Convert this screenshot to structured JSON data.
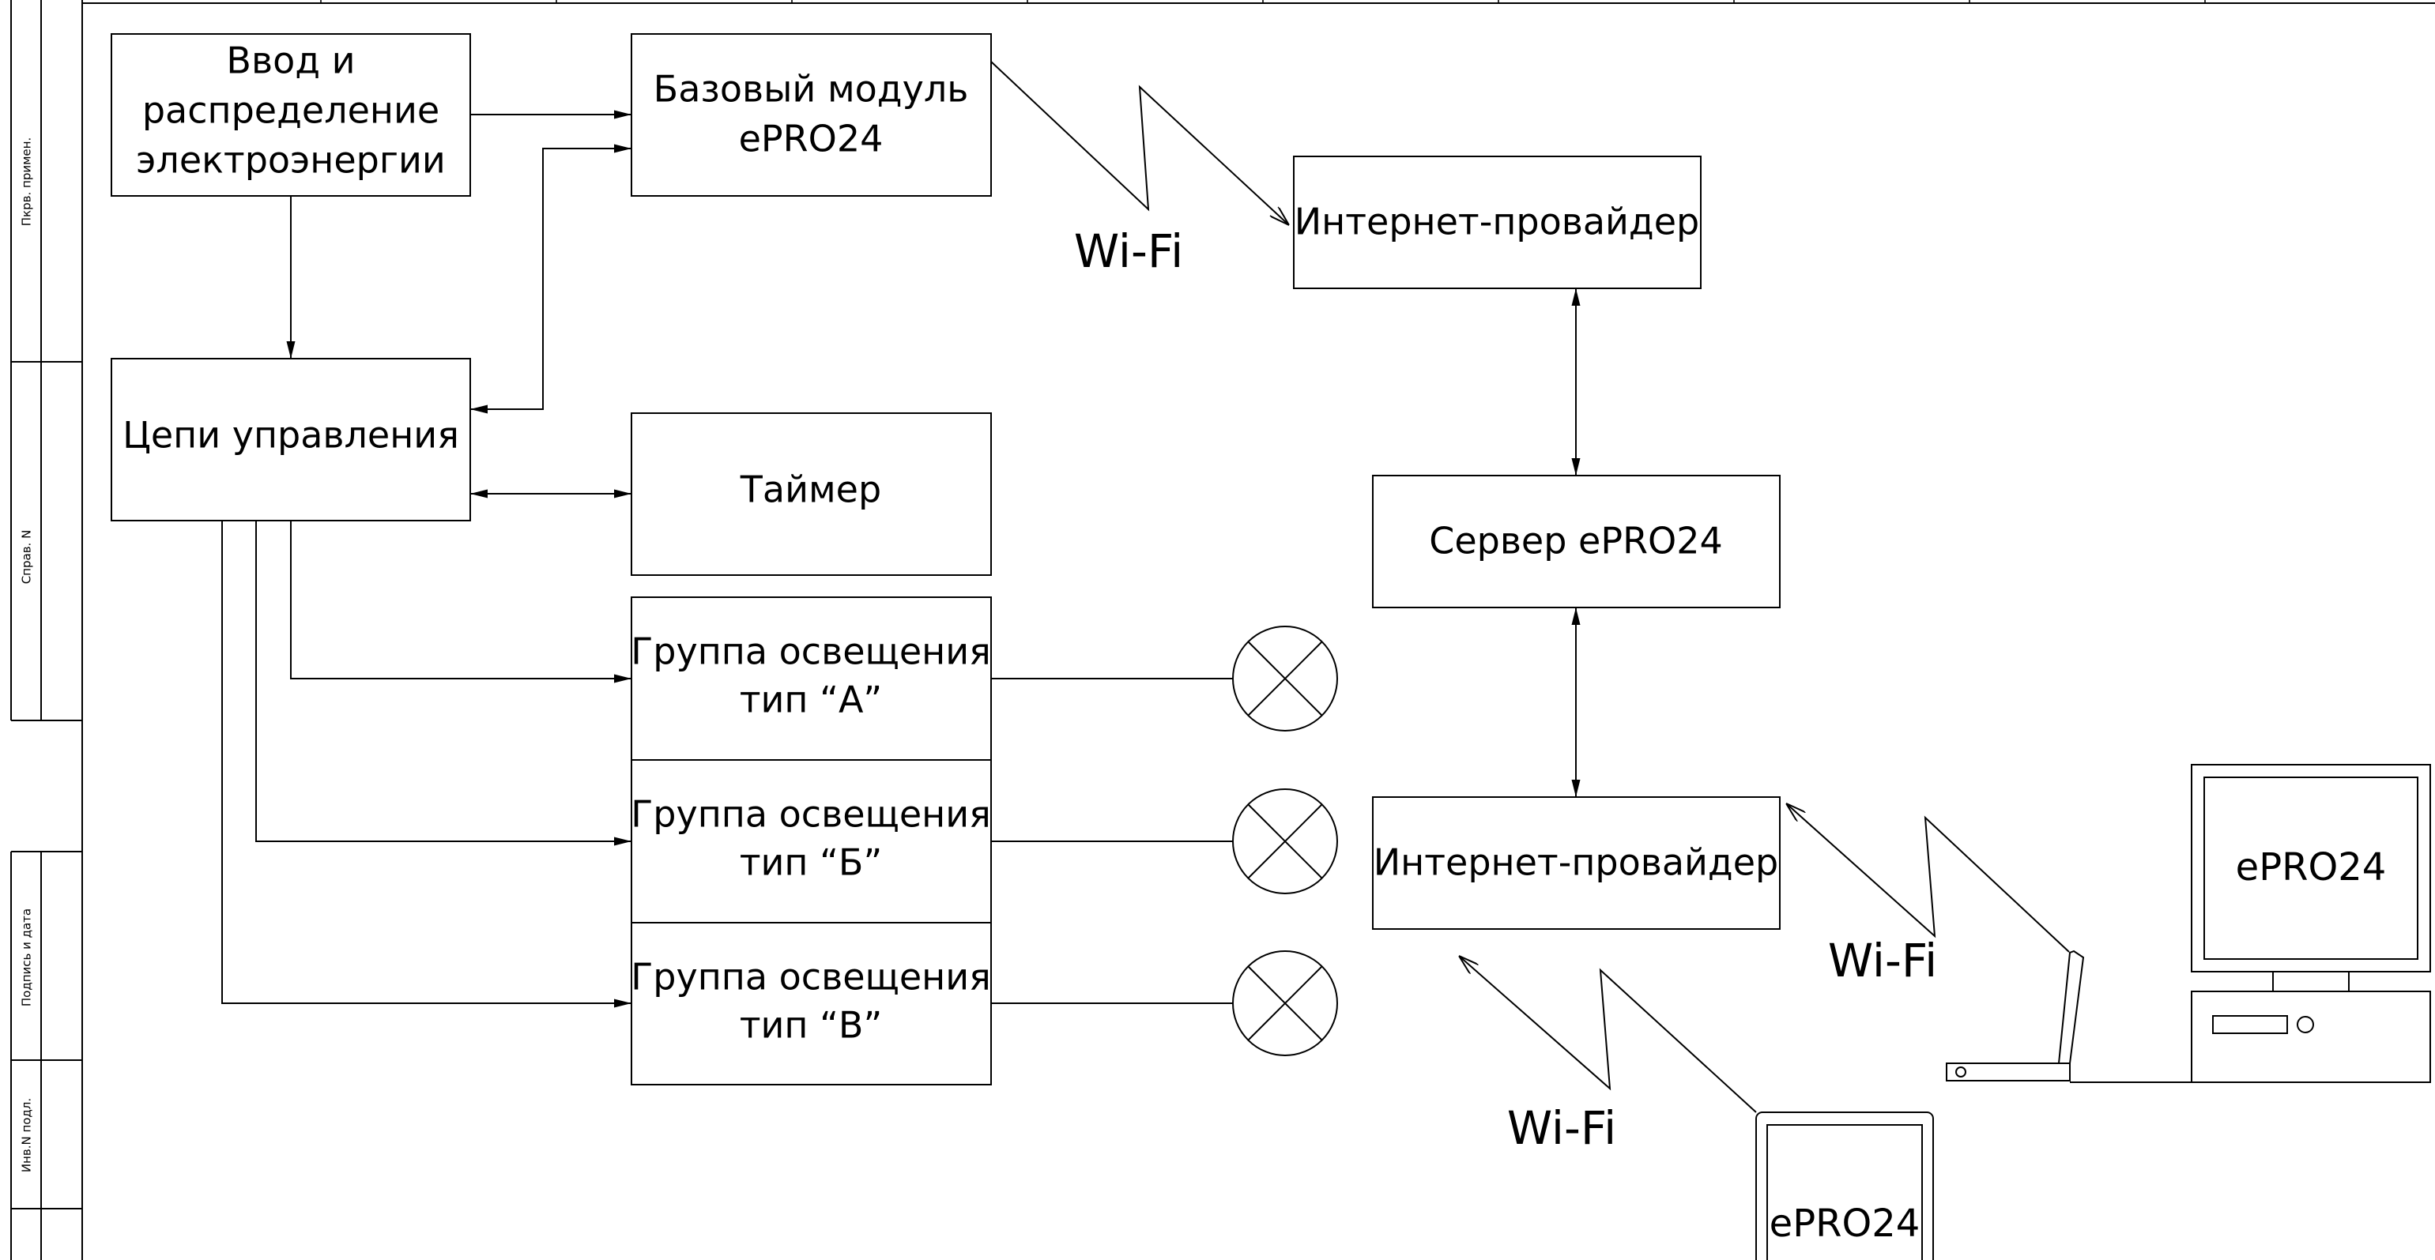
{
  "side_stamp": {
    "perv_primen": "Пкрв. примен.",
    "sprav_n": "Справ. N",
    "podpis_data": "Подпись и дата",
    "inv_n_podl": "Инв.N подл."
  },
  "blocks": {
    "power_input": [
      "Ввод и",
      "распределение",
      "электроэнергии"
    ],
    "base_module": [
      "Базовый модуль",
      "ePRO24"
    ],
    "control_circuits": "Цепи управления",
    "timer": "Таймер",
    "lighting_a": [
      "Группа освещения",
      "тип “А”"
    ],
    "lighting_b": [
      "Группа освещения",
      "тип “Б”"
    ],
    "lighting_c": [
      "Группа освещения",
      "тип “В”"
    ],
    "isp_top": "Интернет-провайдер",
    "server": "Сервер ePRO24",
    "isp_bottom": "Интернет-провайдер"
  },
  "wifi_labels": {
    "top": "Wi-Fi",
    "router": "Wi-Fi",
    "tablet": "Wi-Fi"
  },
  "devices": {
    "desktop_screen": "ePRO24",
    "tablet_screen": "ePRO24"
  }
}
